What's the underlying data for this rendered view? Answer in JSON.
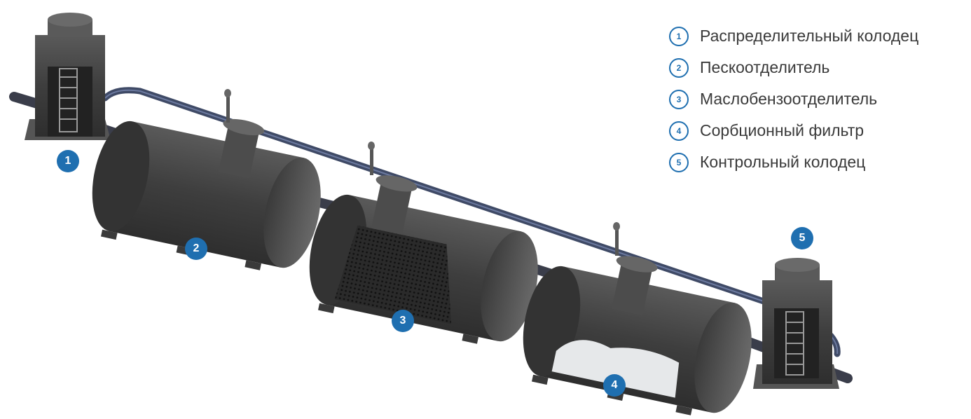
{
  "legend": [
    {
      "num": "1",
      "label": "Распределительный колодец"
    },
    {
      "num": "2",
      "label": "Пескоотделитель"
    },
    {
      "num": "3",
      "label": "Маслобензоотделитель"
    },
    {
      "num": "4",
      "label": "Сорбционный фильтр"
    },
    {
      "num": "5",
      "label": "Контрольный колодец"
    }
  ],
  "badges": [
    "1",
    "2",
    "3",
    "4",
    "5"
  ],
  "colors": {
    "accent": "#1f6fb0",
    "body": "#4a4a4a",
    "pipe": "#3f4a66"
  }
}
